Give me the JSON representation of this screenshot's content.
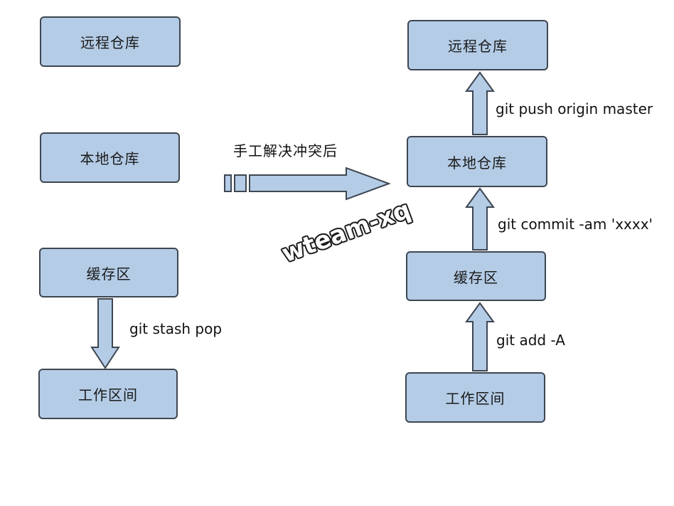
{
  "left_flow": {
    "remote_repo": "远程仓库",
    "local_repo": "本地仓库",
    "stash_area": "缓存区",
    "working_dir": "工作区间",
    "stash_pop_cmd": "git stash pop"
  },
  "middle": {
    "resolve_label": "手工解决冲突后",
    "watermark": "wteam-xq"
  },
  "right_flow": {
    "remote_repo": "远程仓库",
    "local_repo": "本地仓库",
    "stash_area": "缓存区",
    "working_dir": "工作区间",
    "push_cmd": "git push origin master",
    "commit_cmd": "git commit -am 'xxxx'",
    "add_cmd": "git add -A"
  },
  "colors": {
    "box_fill": "#b4cce6",
    "box_border": "#3e4651"
  }
}
